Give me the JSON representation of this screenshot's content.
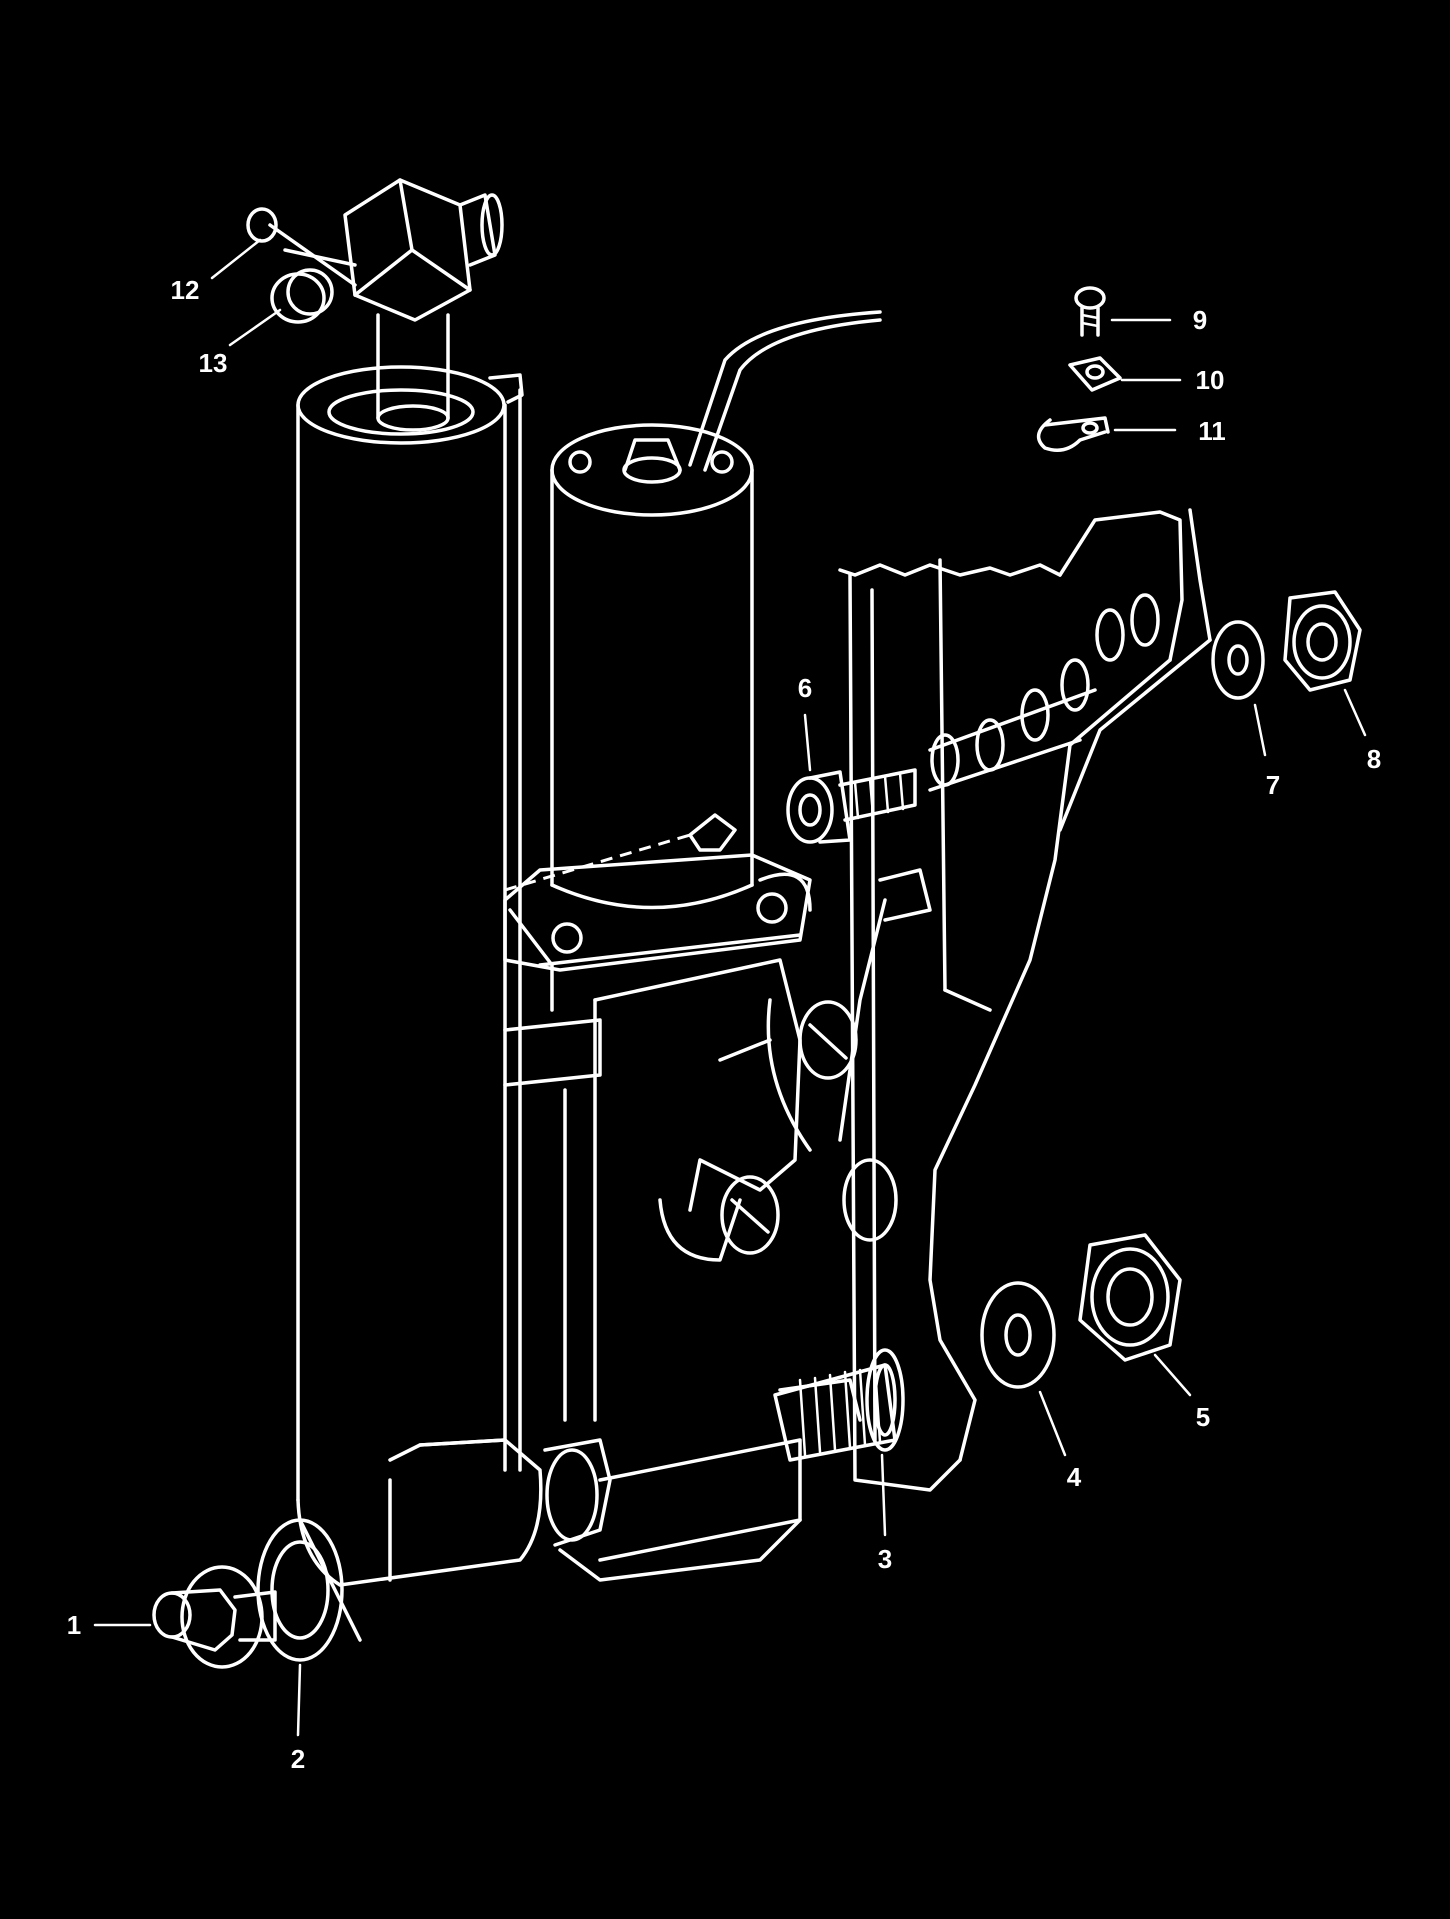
{
  "callouts": [
    {
      "id": "1",
      "label": "1"
    },
    {
      "id": "2",
      "label": "2"
    },
    {
      "id": "3",
      "label": "3"
    },
    {
      "id": "4",
      "label": "4"
    },
    {
      "id": "5",
      "label": "5"
    },
    {
      "id": "6",
      "label": "6"
    },
    {
      "id": "7",
      "label": "7"
    },
    {
      "id": "8",
      "label": "8"
    },
    {
      "id": "9",
      "label": "9"
    },
    {
      "id": "10",
      "label": "10"
    },
    {
      "id": "11",
      "label": "11"
    },
    {
      "id": "12",
      "label": "12"
    },
    {
      "id": "13",
      "label": "13"
    }
  ],
  "colors": {
    "background": "#000000",
    "line": "#ffffff"
  }
}
